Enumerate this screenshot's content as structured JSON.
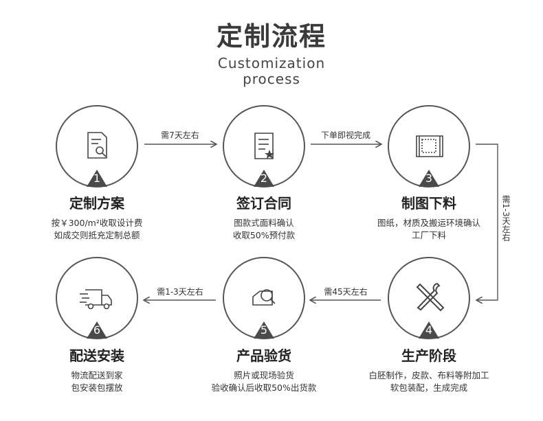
{
  "header": {
    "title": "定制流程",
    "subtitle_line1": "Customization",
    "subtitle_line2": "process"
  },
  "steps": [
    {
      "number": "1",
      "name": "定制方案",
      "desc1": "按￥300/m²收取设计费",
      "desc2": "如成交则抵充定制总额",
      "icon": "document-search-icon"
    },
    {
      "number": "2",
      "name": "签订合同",
      "desc1": "图款式面料确认",
      "desc2": "收取50%预付款",
      "icon": "document-star-icon"
    },
    {
      "number": "3",
      "name": "制图下料",
      "desc1": "图纸，材质及搬运环境确认",
      "desc2": "工厂下料",
      "icon": "blueprint-icon"
    },
    {
      "number": "4",
      "name": "生产阶段",
      "desc1": "白胚制作，皮款、布料等附加工",
      "desc2": "软包装配，生成完成",
      "icon": "tools-icon"
    },
    {
      "number": "5",
      "name": "产品验货",
      "desc1": "照片或现场验货",
      "desc2": "验收确认后收取50%出货款",
      "icon": "inspect-icon"
    },
    {
      "number": "6",
      "name": "配送安装",
      "desc1": "物流配送到家",
      "desc2": "包安装包摆放",
      "icon": "truck-icon"
    }
  ],
  "arrows": {
    "a12": "需7天左右",
    "a23": "下单即视完成",
    "a34": "需1-3天左右",
    "a45": "需45天左右",
    "a56": "需1-3天左右"
  },
  "colors": {
    "circle": "#555555",
    "badge": "#4a4a4a",
    "arrow": "#555555"
  }
}
